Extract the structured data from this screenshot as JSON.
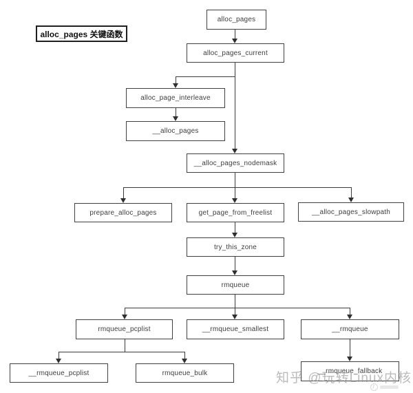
{
  "title": {
    "label": "alloc_pages 关键函数"
  },
  "nodes": {
    "alloc_pages": {
      "label": "alloc_pages"
    },
    "alloc_pages_current": {
      "label": "alloc_pages_current"
    },
    "alloc_page_interleave": {
      "label": "alloc_page_interleave"
    },
    "__alloc_pages": {
      "label": "__alloc_pages"
    },
    "__alloc_pages_nodemask": {
      "label": "__alloc_pages_nodemask"
    },
    "prepare_alloc_pages": {
      "label": "prepare_alloc_pages"
    },
    "get_page_from_freelist": {
      "label": "get_page_from_freelist"
    },
    "__alloc_pages_slowpath": {
      "label": "__alloc_pages_slowpath"
    },
    "try_this_zone": {
      "label": "try_this_zone"
    },
    "rmqueue": {
      "label": "rmqueue"
    },
    "rmqueue_pcplist": {
      "label": "rmqueue_pcplist"
    },
    "__rmqueue_smallest": {
      "label": "__rmqueue_smallest"
    },
    "__rmqueue": {
      "label": "__rmqueue"
    },
    "__rmqueue_pcplist": {
      "label": "__rmqueue_pcplist"
    },
    "rmqueue_bulk": {
      "label": "rmqueue_bulk"
    },
    "__rmqueue_fallback": {
      "label": "__rmqueue_fallback"
    }
  },
  "edges": [
    [
      "alloc_pages",
      "alloc_pages_current"
    ],
    [
      "alloc_pages_current",
      "alloc_page_interleave"
    ],
    [
      "alloc_pages_current",
      "__alloc_pages_nodemask"
    ],
    [
      "alloc_page_interleave",
      "__alloc_pages"
    ],
    [
      "__alloc_pages_nodemask",
      "prepare_alloc_pages"
    ],
    [
      "__alloc_pages_nodemask",
      "get_page_from_freelist"
    ],
    [
      "__alloc_pages_nodemask",
      "__alloc_pages_slowpath"
    ],
    [
      "get_page_from_freelist",
      "try_this_zone"
    ],
    [
      "try_this_zone",
      "rmqueue"
    ],
    [
      "rmqueue",
      "rmqueue_pcplist"
    ],
    [
      "rmqueue",
      "__rmqueue_smallest"
    ],
    [
      "rmqueue",
      "__rmqueue"
    ],
    [
      "rmqueue_pcplist",
      "__rmqueue_pcplist"
    ],
    [
      "rmqueue_pcplist",
      "rmqueue_bulk"
    ],
    [
      "__rmqueue",
      "__rmqueue_fallback"
    ]
  ],
  "watermark": {
    "label": "知乎 @玩转Linux内核"
  },
  "colors": {
    "background": "#ffffff",
    "box_border": "#3f3f3f",
    "box_text": "#3d3d3d",
    "line": "#3a3a3a",
    "watermark": "#919191"
  }
}
